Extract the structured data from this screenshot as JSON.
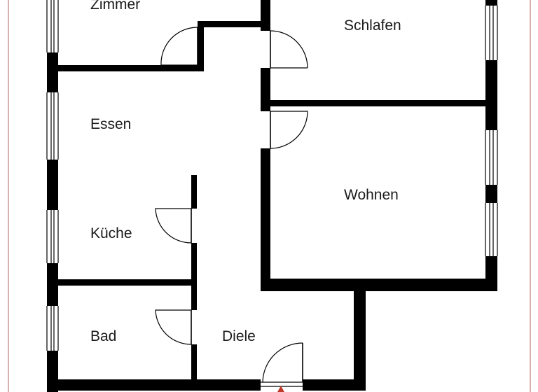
{
  "rooms": {
    "zimmer": "Zimmer",
    "schlafen": "Schlafen",
    "essen": "Essen",
    "wohnen": "Wohnen",
    "kueche": "Küche",
    "bad": "Bad",
    "diele": "Diele"
  },
  "colors": {
    "wall": "#000000",
    "frame": "#b06060",
    "background": "#ffffff",
    "entrance_marker": "#c0392b"
  }
}
